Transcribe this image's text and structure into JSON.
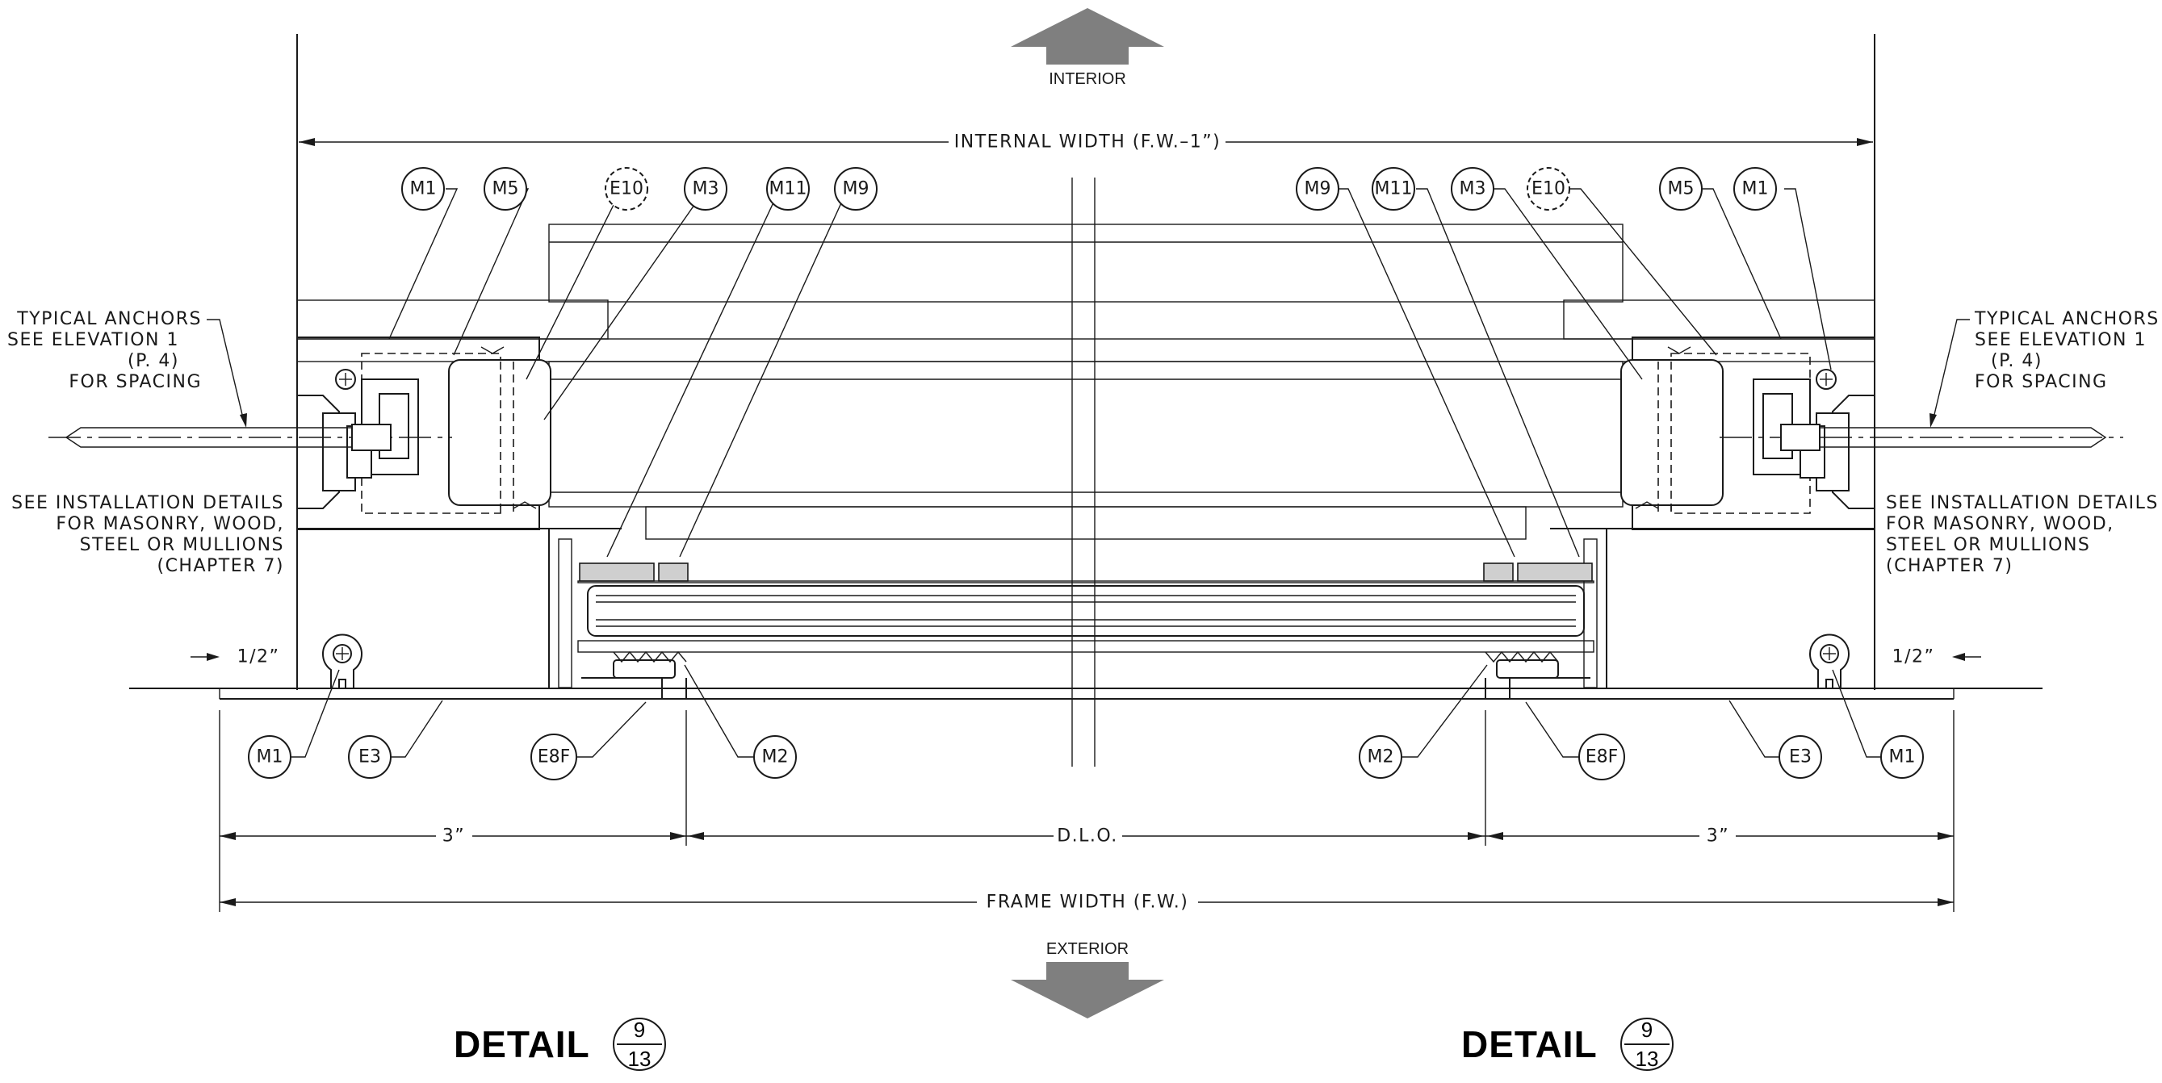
{
  "directions": {
    "interior": "INTERIOR",
    "exterior": "EXTERIOR"
  },
  "dimensions": {
    "internal_width": "INTERNAL WIDTH (F.W.–1”)",
    "frame_width": "FRAME WIDTH (F.W.)",
    "dlo": "D.L.O.",
    "left_3in": "3”",
    "right_3in": "3”",
    "left_half_in": "1/2”",
    "right_half_in": "1/2”"
  },
  "notes": {
    "left_anchor": [
      "TYPICAL ANCHORS",
      "SEE ELEVATION 1",
      "(P. 4)",
      "FOR SPACING"
    ],
    "right_anchor": [
      "TYPICAL ANCHORS",
      "SEE ELEVATION 1",
      "(P. 4)",
      "FOR SPACING"
    ],
    "left_install": [
      "SEE INSTALLATION DETAILS",
      "FOR MASONRY, WOOD,",
      "STEEL OR MULLIONS",
      "(CHAPTER 7)"
    ],
    "right_install": [
      "SEE INSTALLATION DETAILS",
      "FOR MASONRY, WOOD,",
      "STEEL OR MULLIONS",
      "(CHAPTER 7)"
    ]
  },
  "tags": {
    "top_left": [
      "M1",
      "M5",
      "E10",
      "M3",
      "M11",
      "M9"
    ],
    "top_right": [
      "M9",
      "M11",
      "M3",
      "E10",
      "M5",
      "M1"
    ],
    "bottom_left": [
      "M1",
      "E3",
      "E8F",
      "M2"
    ],
    "bottom_right": [
      "M2",
      "E8F",
      "E3",
      "M1"
    ]
  },
  "detail_labels": [
    {
      "word": "DETAIL",
      "num": "9",
      "den": "13"
    },
    {
      "word": "DETAIL",
      "num": "9",
      "den": "13"
    }
  ]
}
